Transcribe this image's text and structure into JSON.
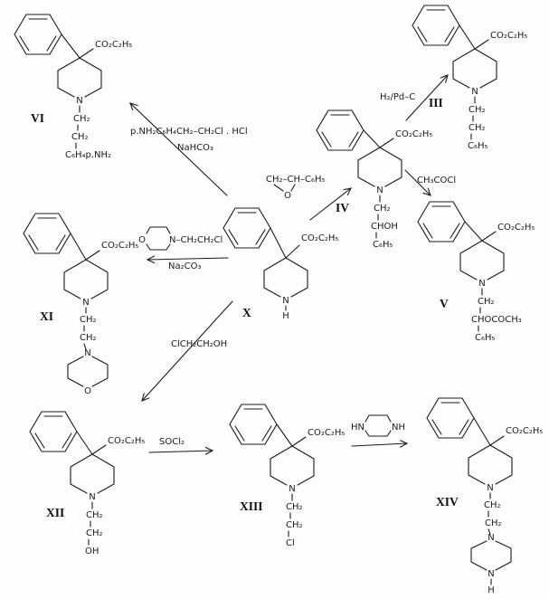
{
  "figure_type": "chemical-reaction-scheme",
  "colors": {
    "ink": "#1b1b1b",
    "paper": "#fdfdfb"
  },
  "compounds": {
    "vi": {
      "label": "VI",
      "ester": "CO₂C₂H₅",
      "n": "N",
      "chain": [
        "CH₂",
        "CH₂",
        "C₆H₄p.NH₂"
      ]
    },
    "iii": {
      "label": "III",
      "ester": "CO₂C₂H₅",
      "n": "N",
      "chain": [
        "CH₂",
        "CH₂",
        "C₆H₅"
      ]
    },
    "iv": {
      "label": "IV",
      "ester": "CO₂C₂H₅",
      "n": "N",
      "chain": [
        "CH₂",
        "CHOH",
        "C₆H₅"
      ]
    },
    "v": {
      "label": "V",
      "ester": "CO₂C₂H₅",
      "n": "N",
      "chain": [
        "CH₂",
        "CHOCOCH₃",
        "C₆H₅"
      ]
    },
    "x": {
      "label": "X",
      "ester": "CO₂C₂H₅",
      "n": "N",
      "nh": "H"
    },
    "xi": {
      "label": "XI",
      "ester": "CO₂C₂H₅",
      "n": "N",
      "chain": [
        "CH₂",
        "CH₂"
      ],
      "morpholine": {
        "n": "N",
        "o": "O"
      }
    },
    "xii": {
      "label": "XII",
      "ester": "CO₂C₂H₅",
      "n": "N",
      "chain": [
        "CH₂",
        "CH₂",
        "OH"
      ]
    },
    "xiii": {
      "label": "XIII",
      "ester": "CO₂C₂H₅",
      "n": "N",
      "chain": [
        "CH₂",
        "CH₂",
        "Cl"
      ]
    },
    "xiv": {
      "label": "XIV",
      "ester": "CO₂C₂H₅",
      "n": "N",
      "chain": [
        "CH₂",
        "CH₂"
      ],
      "piperazine": {
        "n_top": "N",
        "n_bottom": "N",
        "h": "H"
      }
    }
  },
  "reagents": {
    "to_vi": {
      "line1": "p.NH₂C₆H₄CH₂–CH₂Cl . HCl",
      "line2": "NaHCO₃"
    },
    "to_iii": "H₂/Pd–C",
    "to_iv": {
      "formula": "CH₂–CH–C₆H₅",
      "o": "O"
    },
    "to_v": "CH₃COCl",
    "to_xi": {
      "chain": "N–CH₂CH₂Cl",
      "o": "O",
      "base": "Na₂CO₃"
    },
    "to_xii": "ClCH₂CH₂OH",
    "to_xiii": "SOCl₂",
    "to_xiv": {
      "hn": "HN",
      "nh": "NH"
    }
  }
}
